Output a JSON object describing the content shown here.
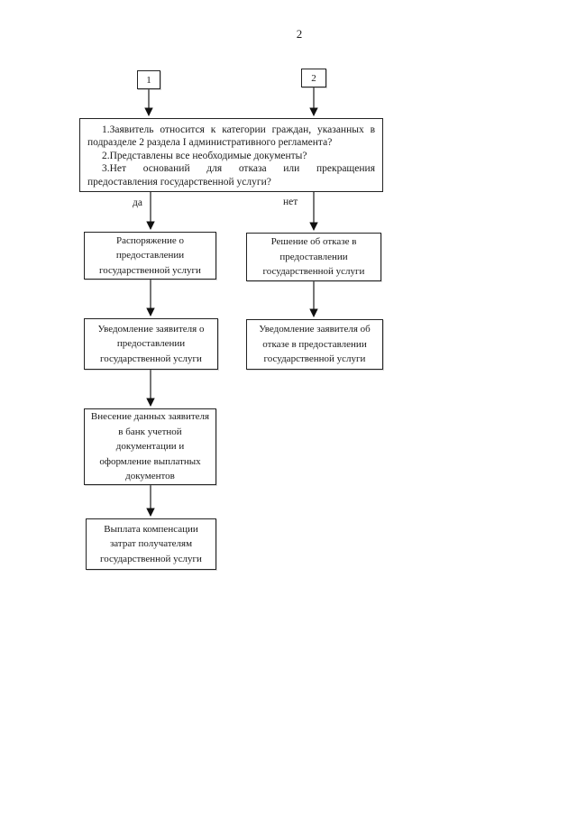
{
  "page": {
    "number": "2"
  },
  "connectors": [
    {
      "label": "1"
    },
    {
      "label": "2"
    }
  ],
  "decision": {
    "items": [
      "1.Заявитель относится к категории граждан, указанных в подразделе 2 раздела I административного регламента?",
      "2.Представлены все необходимые документы?",
      "3.Нет оснований для отказа или прекращения предоставления государственной услуги?"
    ]
  },
  "branch_labels": {
    "yes": "да",
    "no": "нет"
  },
  "yes_branch": [
    "Распоряжение о предоставлении государственной услуги",
    "Уведомление заявителя о предоставлении государственной услуги",
    "Внесение данных заявителя в банк учетной документации и оформление выплатных документов",
    "Выплата компенсации затрат получателям государственной услуги"
  ],
  "no_branch": [
    "Решение об отказе в предоставлении государственной услуги",
    "Уведомление заявителя об отказе в предоставлении государственной услуги"
  ]
}
